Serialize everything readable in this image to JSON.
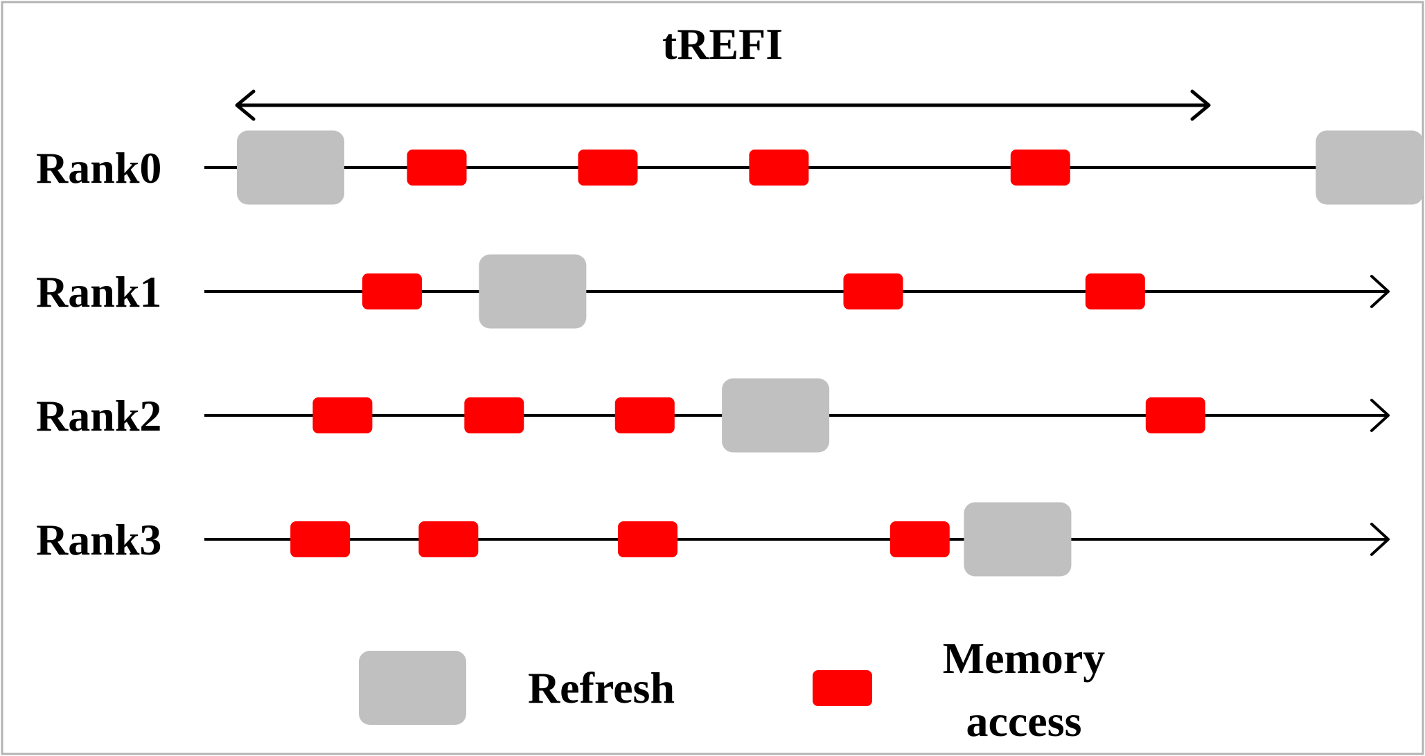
{
  "title": "tREFI",
  "colors": {
    "refresh": "#c0c0c0",
    "memory_access": "#ff0000",
    "line": "#000000",
    "frame": "#b3b3b3"
  },
  "ranks": [
    {
      "label": "Rank0",
      "refresh": [
        0.0,
        1.11
      ],
      "accesses": [
        0.175,
        0.351,
        0.527,
        0.796
      ]
    },
    {
      "label": "Rank1",
      "refresh": [
        0.249
      ],
      "accesses": [
        0.129,
        0.624,
        0.873
      ]
    },
    {
      "label": "Rank2",
      "refresh": [
        0.499
      ],
      "accesses": [
        0.078,
        0.234,
        0.389,
        0.935
      ]
    },
    {
      "label": "Rank3",
      "refresh": [
        0.748
      ],
      "accesses": [
        0.055,
        0.187,
        0.392,
        0.672
      ]
    }
  ],
  "legend": {
    "refresh_label": "Refresh",
    "memory_label_line1": "Memory",
    "memory_label_line2": "access"
  }
}
